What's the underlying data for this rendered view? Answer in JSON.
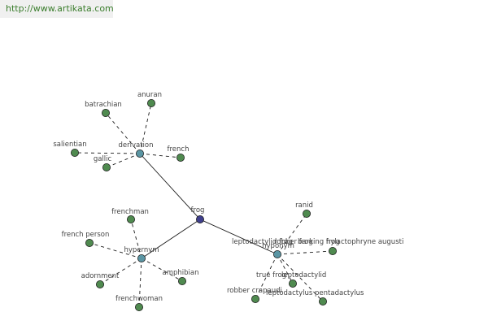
{
  "source_url": "http://www.artikata.com",
  "colors": {
    "center_node": "#3f3f8c",
    "relation_node": "#5a95a3",
    "leaf_node": "#4f8a4f",
    "node_stroke": "#1f1f1f",
    "solid_edge": "#1a1a1a",
    "dashed_edge": "#1a1a1a",
    "label_text": "#444444",
    "url_text": "#3a7d2c"
  },
  "center": {
    "id": "frog",
    "label": "frog"
  },
  "relations": [
    {
      "id": "derivation",
      "label": "derivation"
    },
    {
      "id": "hypernym",
      "label": "hypernym"
    },
    {
      "id": "hyponym",
      "label": "hyponym"
    }
  ],
  "leaves": [
    {
      "id": "batrachian",
      "label": "batrachian",
      "parent": "derivation"
    },
    {
      "id": "anuran",
      "label": "anuran",
      "parent": "derivation"
    },
    {
      "id": "salientian",
      "label": "salientian",
      "parent": "derivation"
    },
    {
      "id": "gallic",
      "label": "gallic",
      "parent": "derivation"
    },
    {
      "id": "french",
      "label": "french",
      "parent": "derivation"
    },
    {
      "id": "frenchman",
      "label": "frenchman",
      "parent": "hypernym"
    },
    {
      "id": "french-person",
      "label": "french person",
      "parent": "hypernym"
    },
    {
      "id": "adornment",
      "label": "adornment",
      "parent": "hypernym"
    },
    {
      "id": "amphibian",
      "label": "amphibian",
      "parent": "hypernym"
    },
    {
      "id": "frenchwoman",
      "label": "frenchwoman",
      "parent": "hypernym"
    },
    {
      "id": "ranid",
      "label": "ranid",
      "parent": "hyponym"
    },
    {
      "id": "leptodactylid-frog",
      "label": "leptodactylid frog",
      "parent": "hyponym"
    },
    {
      "id": "robber-frog",
      "label": "robber frog",
      "parent": "hyponym"
    },
    {
      "id": "barking-frog",
      "label": "barking frog",
      "parent": "hyponym"
    },
    {
      "id": "hylactophryne-augusti",
      "label": "hylactophryne augusti",
      "parent": "hyponym"
    },
    {
      "id": "true-frog",
      "label": "true frog",
      "parent": "hyponym"
    },
    {
      "id": "leptodactylid",
      "label": "leptodactylid",
      "parent": "hyponym"
    },
    {
      "id": "robber-crapaudi",
      "label": "robber crapaudi",
      "parent": "hyponym"
    },
    {
      "id": "leptodactylus-pentadactylus",
      "label": "leptodactylus pentadactylus",
      "parent": "hyponym"
    }
  ]
}
